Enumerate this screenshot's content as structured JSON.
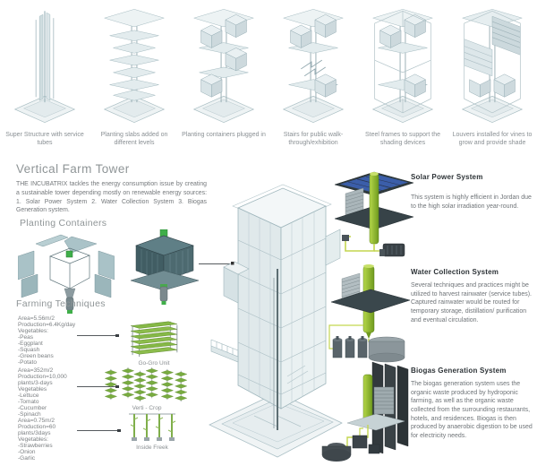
{
  "steps": [
    {
      "caption": "Super Structure with service tubes"
    },
    {
      "caption": "Planting slabs added on different levels"
    },
    {
      "caption": "Planting containers plugged in"
    },
    {
      "caption": "Stairs for public walk-through/exhibition"
    },
    {
      "caption": "Steel frames to support the shading devices"
    },
    {
      "caption": "Louvers installed for vines to grow and provide shade"
    }
  ],
  "intro": {
    "title": "Vertical Farm Tower",
    "body": "THE INCUBATRIX tackles the energy consumption issue by creating a sustainable tower depending mostly on renewable energy sources: 1. Solar Power System    2. Water Collection System   3. Biogas Generation system."
  },
  "sections": {
    "planting": "Planting Containers",
    "farming": "Farming Techniques"
  },
  "techniques": [
    {
      "area": "Area=5.56m/2",
      "production": "Production=6.4Kg/day",
      "veg_label": "Vegetables:",
      "items": [
        "-Peas",
        "-Eggplant",
        "-Squash",
        "-Green beans",
        "-Potato"
      ],
      "unit_label": "Go-Gro Unit"
    },
    {
      "area": "Area=352m/2",
      "production": "Production=10,000 plants/3-days",
      "veg_label": "Vegetables",
      "items": [
        "-Lettuce",
        "-Tomato",
        "-Cucumber",
        "-Spinach"
      ],
      "unit_label": "Verti - Crop"
    },
    {
      "area": "Area=0.75m/2",
      "production": "Production=60 plants/3days",
      "veg_label": "Vegetables:",
      "items": [
        "-Strawberries",
        "-Onion",
        "-Garlic"
      ],
      "unit_label": "Inside Freek"
    }
  ],
  "systems": [
    {
      "title": "Solar Power System",
      "body": "This system is highly efficient in Jordan due to the high solar irradiation year-round."
    },
    {
      "title": "Water Collection System",
      "body": "Several techniques and practices might be utilized to harvest rainwater (service tubes). Captured rainwater would be routed for temporary storage, distillation/ purification and eventual circulation."
    },
    {
      "title": "Biogas Generation  System",
      "body": "The biogas generation system uses the organic waste produced by hydroponic farming, as well as the organic waste collected from the surrounding restaurants, hotels, and residences. Biogas is then produced by anaerobic digestion to be used for electricity needs."
    }
  ],
  "colors": {
    "accent_green": "#8dc63f",
    "dark_green": "#5d831c",
    "wireframe_blue_gray": "#a9bec3",
    "panel_teal": "#9cb9bf",
    "dark_slate": "#374246",
    "pv_blue": "#3b5ea9",
    "heading_gray": "#8f9597",
    "body_gray": "#75797c"
  }
}
